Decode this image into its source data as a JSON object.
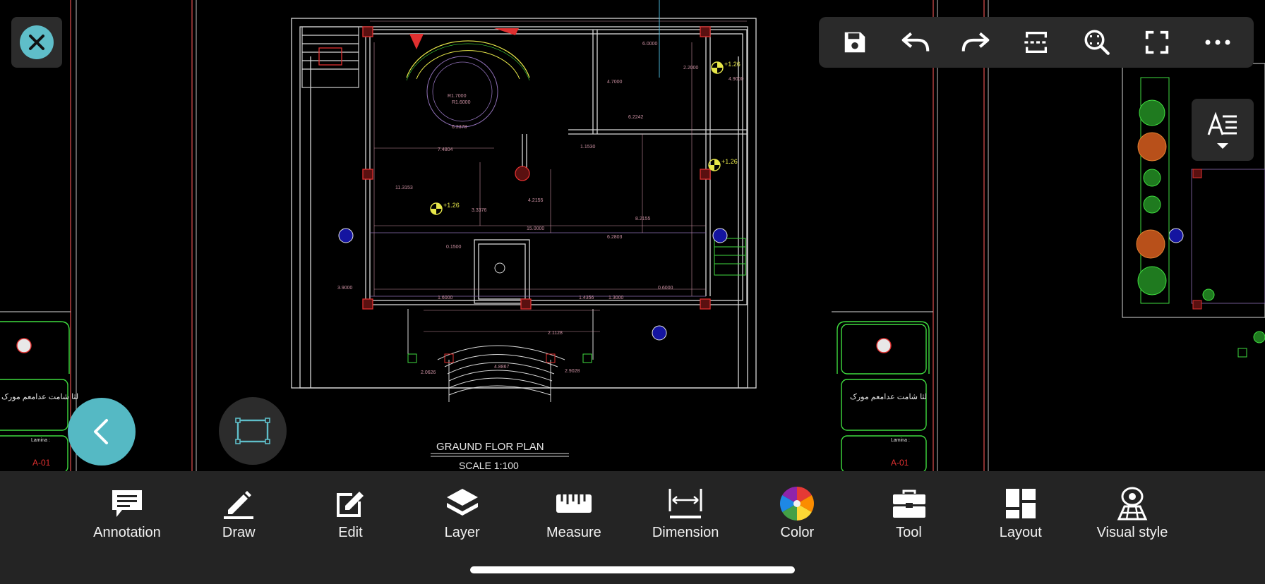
{
  "drawing": {
    "title": "GRAUND FLOR PLAN",
    "scale": "SCALE  1:100",
    "level_marks": [
      "+1.26",
      "+1.26",
      "+1.26"
    ],
    "sheet_label_left": "A-01",
    "sheet_label_right": "A-01",
    "sheet_text_left": "لثا شامت عدامعم مورک",
    "sheet_text_right": "لثا شامت عدامعم مورک",
    "lamina_label": "Lamina :",
    "dimensions": [
      "11.3153",
      "7.4804",
      "3.3376",
      "4.2155",
      "15.0000",
      "6.2803",
      "8.2155",
      "R1.7000",
      "R1.6000",
      "6.2378",
      "6.0000",
      "2.2000",
      "4.9000",
      "4.7000",
      "6.2242",
      "1.1530",
      "0.1500",
      "1.6000",
      "1.3000",
      "1.4356",
      "2.1128",
      "4.8867",
      "2.9028",
      "2.0626",
      "3.9000",
      "0.6000"
    ]
  },
  "top_toolbar": [
    {
      "name": "save-icon"
    },
    {
      "name": "undo-icon"
    },
    {
      "name": "redo-icon"
    },
    {
      "name": "trim-icon"
    },
    {
      "name": "zoom-extent-icon"
    },
    {
      "name": "fullscreen-icon"
    },
    {
      "name": "more-icon"
    }
  ],
  "bottom_tools": [
    {
      "label": "Annotation",
      "icon": "annotation-icon"
    },
    {
      "label": "Draw",
      "icon": "pencil-icon"
    },
    {
      "label": "Edit",
      "icon": "edit-icon"
    },
    {
      "label": "Layer",
      "icon": "layers-icon"
    },
    {
      "label": "Measure",
      "icon": "ruler-icon"
    },
    {
      "label": "Dimension",
      "icon": "dimension-icon"
    },
    {
      "label": "Color",
      "icon": "color-wheel-icon"
    },
    {
      "label": "Tool",
      "icon": "toolbox-icon"
    },
    {
      "label": "Layout",
      "icon": "layout-grid-icon"
    },
    {
      "label": "Visual style",
      "icon": "visual-style-icon"
    }
  ],
  "colors": {
    "accent": "#5fbec9",
    "cad_wall": "#d8d8d8",
    "cad_dim": "#c98fa0",
    "cad_red": "#e03030",
    "cad_green": "#3fdc3f",
    "cad_yellow": "#e8e84a"
  }
}
